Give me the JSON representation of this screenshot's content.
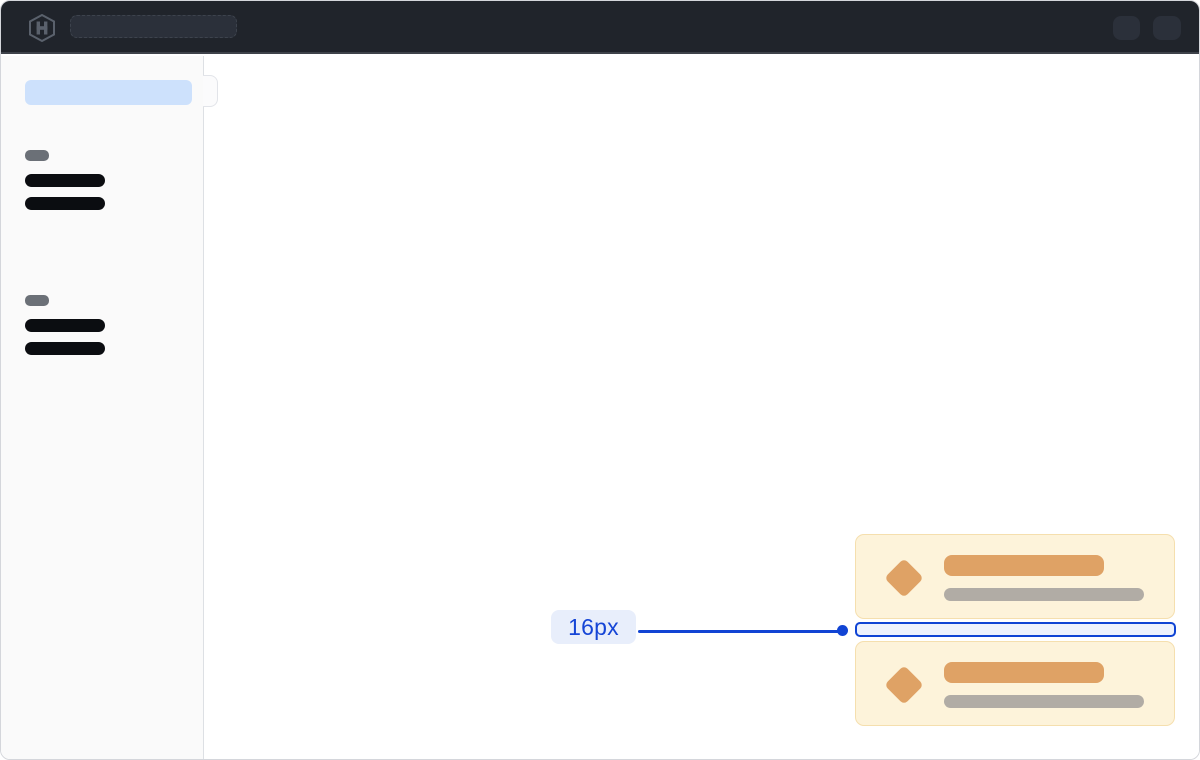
{
  "window": {
    "type": "application-frame"
  },
  "header": {
    "background_color": "#20242b",
    "logo_icon": "hashicorp-logo-icon",
    "search_skeleton": "skeleton-pill",
    "action_buttons": [
      {
        "icon": "button-skeleton"
      },
      {
        "icon": "button-skeleton"
      }
    ]
  },
  "sidebar": {
    "background_color": "#fafafa",
    "active_item_highlight_color": "#cde1fc",
    "groups": [
      {
        "label": "skeleton-label",
        "items": [
          "skeleton-bar",
          "skeleton-bar"
        ]
      },
      {
        "label": "skeleton-label",
        "items": [
          "skeleton-bar",
          "skeleton-bar"
        ]
      }
    ]
  },
  "main": {
    "cards": [
      {
        "icon": "diamond-icon",
        "title": "skeleton-bar",
        "subtitle": "skeleton-bar"
      },
      {
        "icon": "diamond-icon",
        "title": "skeleton-bar",
        "subtitle": "skeleton-bar"
      }
    ],
    "card_colors": {
      "background": "#fdf3da",
      "border": "#f5dfae",
      "accent": "#dfa265",
      "muted": "#b1aca5"
    }
  },
  "annotation": {
    "spacing_label": "16px",
    "accent_color": "#1144d4",
    "label_background": "#e8eefb",
    "highlight_fill": "#edf2fd"
  }
}
